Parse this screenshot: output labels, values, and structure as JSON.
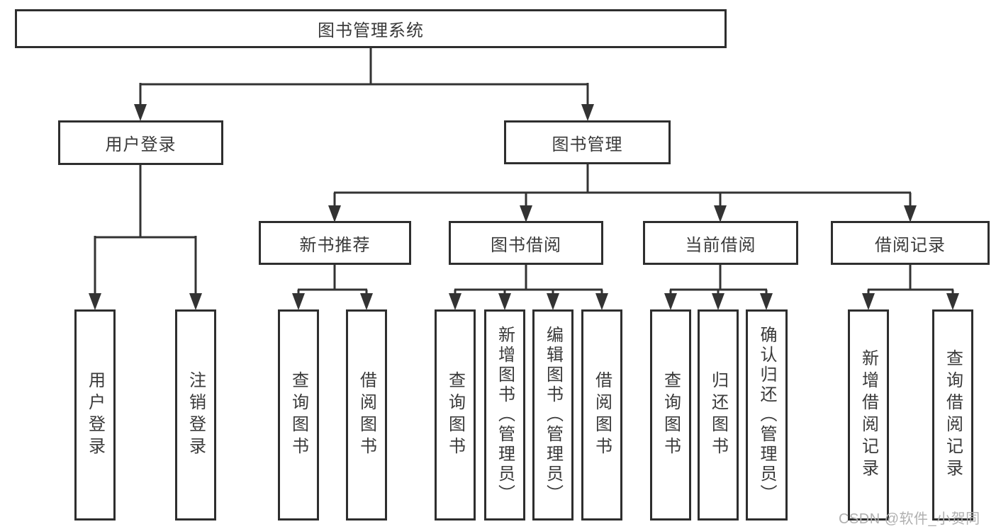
{
  "diagram": {
    "root": {
      "label": "图书管理系统"
    },
    "level2": [
      {
        "id": "user-login",
        "label": "用户登录"
      },
      {
        "id": "book-management",
        "label": "图书管理"
      }
    ],
    "level3": [
      {
        "id": "new-book-recommend",
        "label": "新书推荐"
      },
      {
        "id": "book-borrow",
        "label": "图书借阅"
      },
      {
        "id": "current-borrow",
        "label": "当前借阅"
      },
      {
        "id": "borrow-records",
        "label": "借阅记录"
      }
    ],
    "leaves": [
      {
        "id": "user-login",
        "label": "用户登录"
      },
      {
        "id": "logout-login",
        "label": "注销登录"
      },
      {
        "id": "query-books-recommend",
        "label": "查询图书"
      },
      {
        "id": "borrow-books-recommend",
        "label": "借阅图书"
      },
      {
        "id": "query-books-borrow",
        "label": "查询图书"
      },
      {
        "id": "add-books-admin",
        "label": "新增图书（管理员）"
      },
      {
        "id": "edit-books-admin",
        "label": "编辑图书（管理员）"
      },
      {
        "id": "borrow-books-borrow",
        "label": "借阅图书"
      },
      {
        "id": "query-books-current",
        "label": "查询图书"
      },
      {
        "id": "return-books",
        "label": "归还图书"
      },
      {
        "id": "confirm-return-admin",
        "label": "确认归还（管理员）"
      },
      {
        "id": "add-borrow-record",
        "label": "新增借阅记录"
      },
      {
        "id": "query-borrow-record",
        "label": "查询借阅记录"
      }
    ],
    "watermark": "CSDN @软件_小贺同学",
    "colors": {
      "line": "#333333",
      "border": "#2e2e2e",
      "text": "#3a3a3a",
      "box_bg": "#ffffff",
      "watermark": "#b0b0b0",
      "background": "#ffffff"
    }
  }
}
